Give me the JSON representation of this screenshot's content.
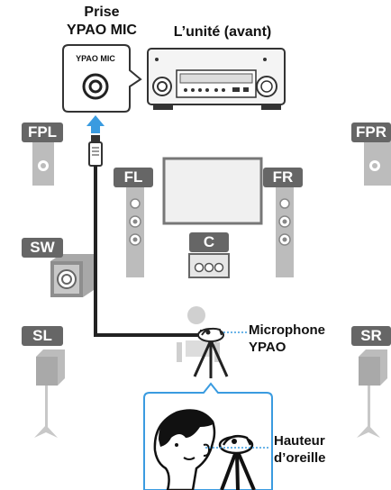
{
  "labels": {
    "jack_title_line1": "Prise",
    "jack_title_line2": "YPAO MIC",
    "unit_title": "L’unité (avant)",
    "jack_panel_label": "YPAO MIC",
    "microphone_line1": "Microphone",
    "microphone_line2": "YPAO",
    "ear_height_line1": "Hauteur",
    "ear_height_line2": "d’oreille"
  },
  "speakers": {
    "fpl": "FPL",
    "fpr": "FPR",
    "fl": "FL",
    "fr": "FR",
    "c": "C",
    "sw": "SW",
    "sl": "SL",
    "sr": "SR"
  },
  "colors": {
    "accent_blue": "#3a9be0",
    "label_grey": "#666666",
    "speaker_grey": "#bcbcbc"
  }
}
